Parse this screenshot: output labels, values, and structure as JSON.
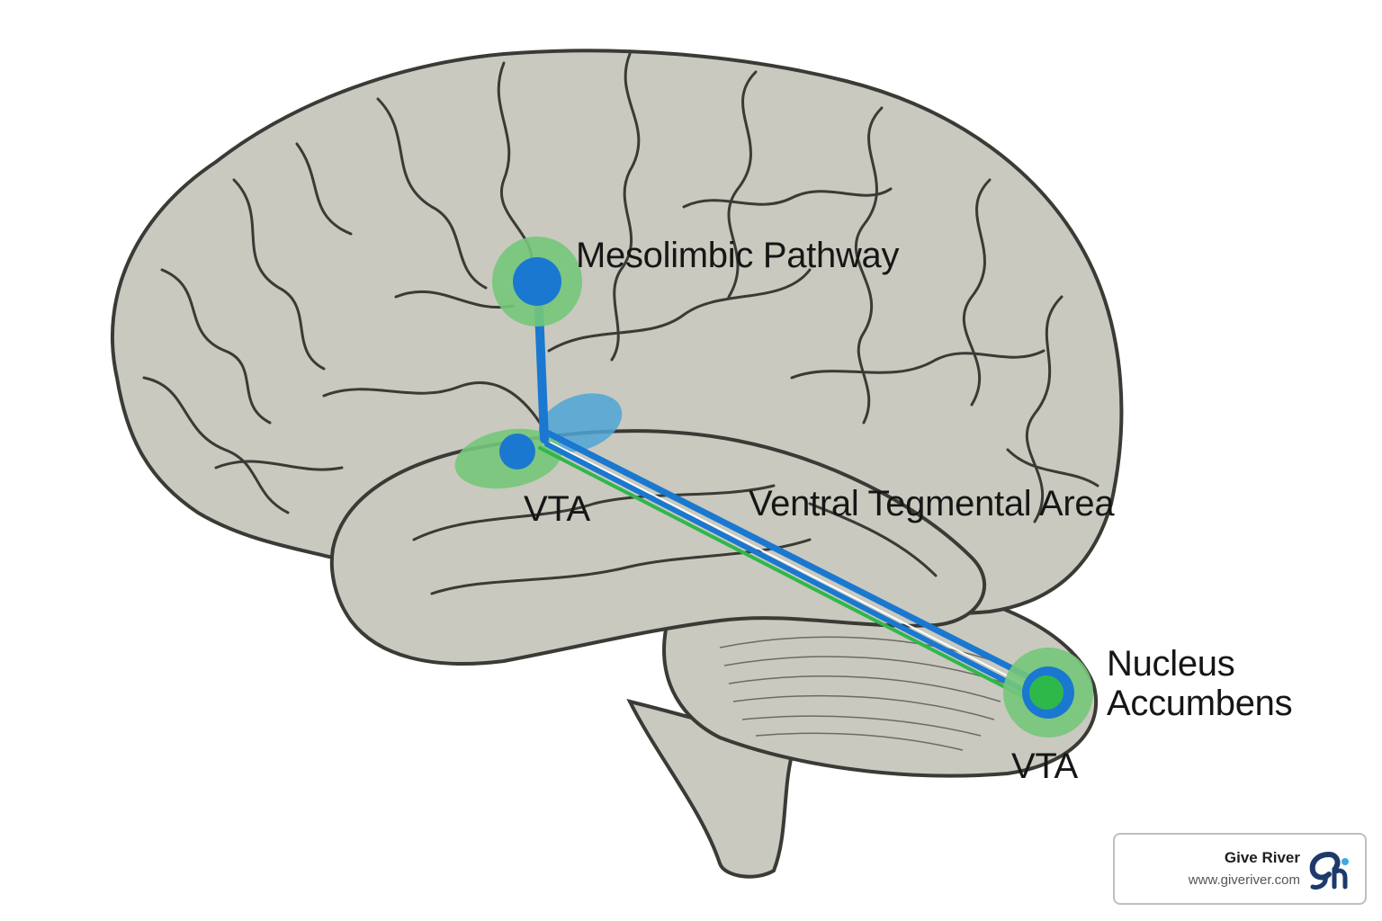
{
  "labels": {
    "pathway": "Mesolimbic Pathway",
    "vta_short_left": "VTA",
    "vta_full": "Ventral Tegmental Area",
    "nucleus_line1": "Nucleus",
    "nucleus_line2": "Accumbens",
    "vta_short_right": "VTA"
  },
  "brand": {
    "name": "Give River",
    "url": "www.giveriver.com"
  },
  "colors": {
    "brain_fill": "#c9c9bf",
    "outline": "#3a3a36",
    "pathway_blue": "#1a78d0",
    "pathway_green": "#2fb84a",
    "glow_green": "#74c77a",
    "highlight_blue": "#4fa6d6",
    "brand_navy": "#1d3a6b"
  },
  "icons": [
    "give-river-logo-icon"
  ]
}
